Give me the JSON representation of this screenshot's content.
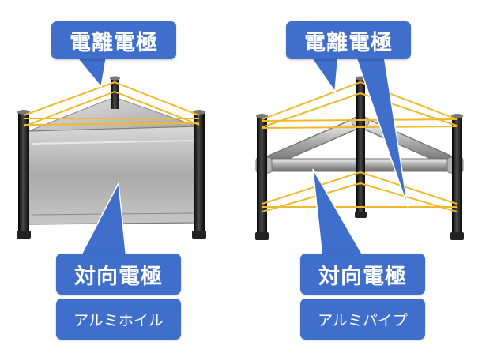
{
  "left_figure": {
    "top_label": "電離電極",
    "bottom_label": "対向電極",
    "material_label": "アルミホイル"
  },
  "right_figure": {
    "top_label": "電離電極",
    "bottom_label": "対向電極",
    "material_label": "アルミパイプ"
  },
  "colors": {
    "label_fill": "#3f6fcb",
    "wire": "#f0b92a",
    "post": "#1f1f1f",
    "foil": "#b9b9b9"
  }
}
